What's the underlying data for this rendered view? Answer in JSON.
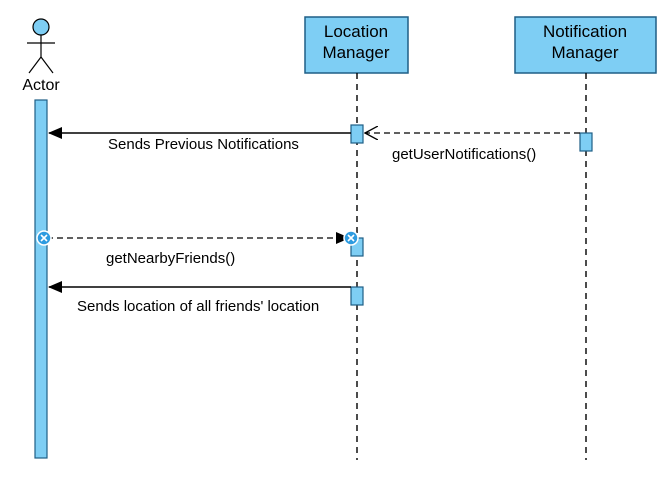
{
  "actor": {
    "label": "Actor"
  },
  "participants": [
    {
      "id": "location_manager",
      "line1": "Location",
      "line2": "Manager"
    },
    {
      "id": "notification_manager",
      "line1": "Notification",
      "line2": "Manager"
    }
  ],
  "messages": [
    {
      "from": "notification_manager",
      "to": "location_manager",
      "kind": "async-dashed",
      "label": "getUserNotifications()"
    },
    {
      "from": "location_manager",
      "to": "actor",
      "kind": "sync-solid",
      "label": "Sends Previous Notifications"
    },
    {
      "from": "actor",
      "to": "location_manager",
      "kind": "dashed",
      "label": "getNearbyFriends()"
    },
    {
      "from": "location_manager",
      "to": "actor",
      "kind": "sync-solid",
      "label": "Sends location of all friends' location"
    }
  ],
  "colors": {
    "box_fill": "#7ecef4",
    "box_stroke": "#1f5f86",
    "line": "#000000",
    "marker_fill": "#2d9be0"
  }
}
